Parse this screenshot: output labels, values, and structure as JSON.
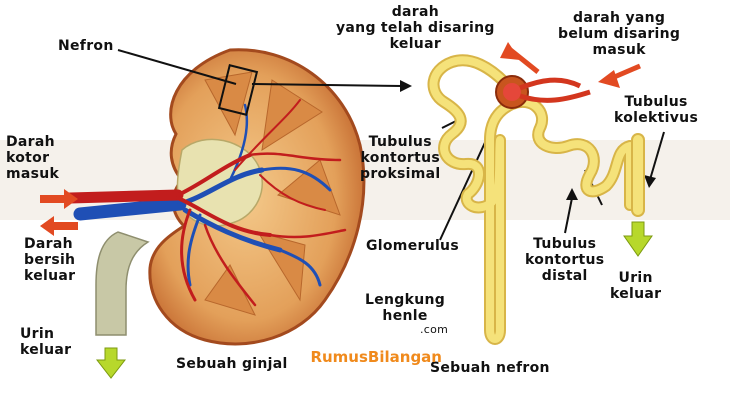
{
  "kidney_section": {
    "nephron_label": "Nefron",
    "dirty_blood_in": "Darah\nkotor\nmasuk",
    "clean_blood_out": "Darah\nbersih\nkeluar",
    "urine_out": "Urin\nkeluar",
    "caption": "Sebuah ginjal"
  },
  "nephron_section": {
    "filtered_blood_out": "darah\nyang telah disaring\nkeluar",
    "unfiltered_blood_in": "darah yang\nbelum disaring\nmasuk",
    "proximal_tubule": "Tubulus\nkontortus\nproksimal",
    "collecting_tubule": "Tubulus\nkolektivus",
    "glomerulus": "Glomerulus",
    "distal_tubule": "Tubulus\nkontortus\ndistal",
    "loop_of_henle": "Lengkung\nhenle",
    "urine_out": "Urin\nkeluar",
    "caption": "Sebuah nefron"
  },
  "watermark": {
    "part1": "Rumus",
    "part2": "Bilangan",
    "suffix": ".com"
  },
  "colors": {
    "kidney_fill": "#e3a05a",
    "kidney_edge": "#a34a1e",
    "artery": "#c21d1d",
    "vein": "#1f4fb5",
    "tubule": "#f5e27a",
    "ureter": "#c8c8a6",
    "arrow_red": "#e24a22",
    "arrow_green": "#b7d82b",
    "watermark_orange": "#f08a1c",
    "watermark_blue": "#ffffff"
  }
}
